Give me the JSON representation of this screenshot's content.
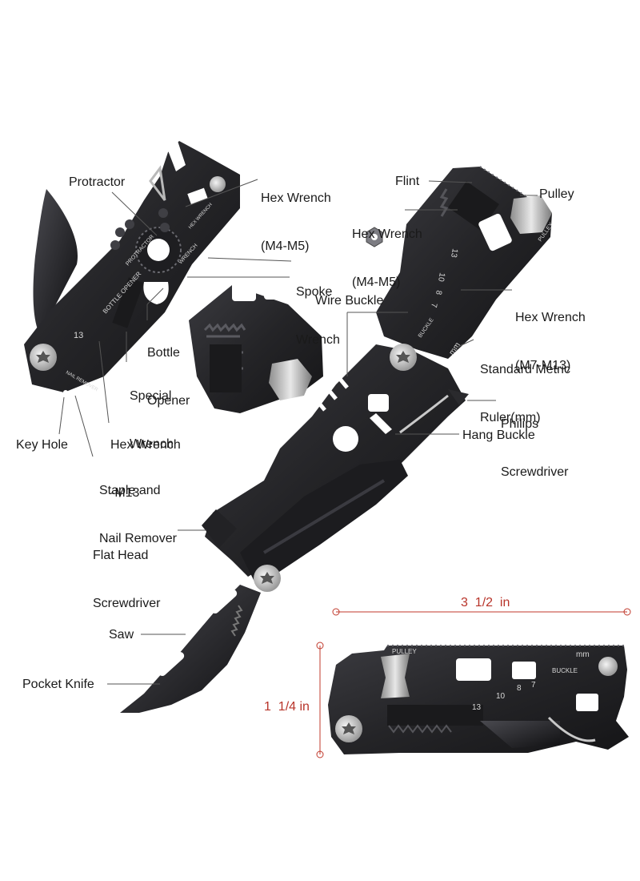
{
  "labels": {
    "protractor": "Protractor",
    "hex_m4_m5_left_1": "Hex Wrench",
    "hex_m4_m5_left_2": "(M4-M5)",
    "spoke_wrench_1": "Spoke",
    "spoke_wrench_2": "Wrench",
    "bottle_opener_1": "Bottle",
    "bottle_opener_2": "Opener",
    "special_wrench_1": "Special",
    "special_wrench_2": "Wrench",
    "hex_m13_1": "Hex Wrench",
    "hex_m13_2": "-M13",
    "key_hole": "Key Hole",
    "staple_1": "Staple and",
    "staple_2": "Nail Remover",
    "flint": "Flint",
    "pulley": "Pulley",
    "hex_m4_m5_right_1": "Hex Wrench",
    "hex_m4_m5_right_2": "(M4-M5)",
    "hex_m7_m13_1": "Hex Wrench",
    "hex_m7_m13_2": "(M7-M13)",
    "wire_buckle": "Wire Buckle",
    "ruler_1": "Standard Metric",
    "ruler_2": "Ruler(mm)",
    "philips_1": "Philips",
    "philips_2": "Screwdriver",
    "hang_buckle": "Hang Buckle",
    "flat_head_1": "Flat Head",
    "flat_head_2": "Screwdriver",
    "saw": "Saw",
    "pocket_knife": "Pocket Knife"
  },
  "dimensions": {
    "width": "3  1/2  in",
    "height": "1  1/4 in"
  },
  "engraving": {
    "bottle_opener": "BOTTLE OPENER",
    "protractor": "PROTRACTOR",
    "wrench": "WRENCH",
    "hex_wrench": "HEX WRENCH",
    "nail_remover": "NAIL REMOVER",
    "num_13": "13",
    "pulley": "PULLEY",
    "buckle": "BUCKLE",
    "mm": "mm",
    "n13": "13",
    "n10": "10",
    "n8": "8",
    "n7": "7"
  },
  "colors": {
    "tool_body": "#2b2b2e",
    "tool_dark": "#141416",
    "tool_edge": "#4a4a50",
    "dimension_line": "#c0392b",
    "pointer": "#555555"
  }
}
